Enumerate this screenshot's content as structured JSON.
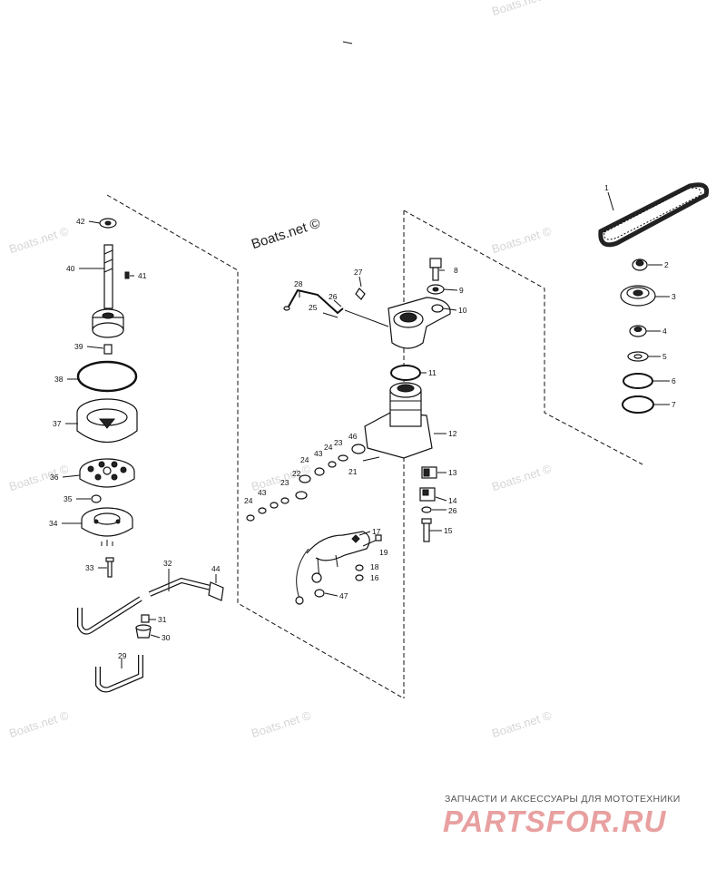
{
  "watermarks": {
    "primary": "Boats.net ©",
    "faint": [
      "Boats.net ©",
      "Boats.net ©",
      "Boats.net ©",
      "Boats.net ©",
      "Boats.net ©",
      "Boats.net ©",
      "Boats.net ©",
      "Boats.net ©",
      "Boats.net ©"
    ]
  },
  "footer": {
    "tagline": "ЗАПЧАСТИ И АКСЕССУАРЫ ДЛЯ МОТОТЕХНИКИ",
    "brand": "PARTSFOR.RU"
  },
  "callouts": [
    {
      "id": "c1",
      "label": "1"
    },
    {
      "id": "c2",
      "label": "2"
    },
    {
      "id": "c3",
      "label": "3"
    },
    {
      "id": "c4",
      "label": "4"
    },
    {
      "id": "c5",
      "label": "5"
    },
    {
      "id": "c6",
      "label": "6"
    },
    {
      "id": "c7",
      "label": "7"
    },
    {
      "id": "c8",
      "label": "8"
    },
    {
      "id": "c9",
      "label": "9"
    },
    {
      "id": "c10",
      "label": "10"
    },
    {
      "id": "c11",
      "label": "11"
    },
    {
      "id": "c12",
      "label": "12"
    },
    {
      "id": "c13",
      "label": "13"
    },
    {
      "id": "c14",
      "label": "14"
    },
    {
      "id": "c15",
      "label": "15"
    },
    {
      "id": "c16",
      "label": "16"
    },
    {
      "id": "c17",
      "label": "17"
    },
    {
      "id": "c18",
      "label": "18"
    },
    {
      "id": "c19",
      "label": "19"
    },
    {
      "id": "c21",
      "label": "21"
    },
    {
      "id": "c22",
      "label": "22"
    },
    {
      "id": "c23a",
      "label": "23"
    },
    {
      "id": "c23b",
      "label": "23"
    },
    {
      "id": "c24a",
      "label": "24"
    },
    {
      "id": "c24b",
      "label": "24"
    },
    {
      "id": "c24c",
      "label": "24"
    },
    {
      "id": "c25",
      "label": "25"
    },
    {
      "id": "c26a",
      "label": "26"
    },
    {
      "id": "c26b",
      "label": "26"
    },
    {
      "id": "c27",
      "label": "27"
    },
    {
      "id": "c28",
      "label": "28"
    },
    {
      "id": "c29",
      "label": "29"
    },
    {
      "id": "c30",
      "label": "30"
    },
    {
      "id": "c31",
      "label": "31"
    },
    {
      "id": "c32",
      "label": "32"
    },
    {
      "id": "c33",
      "label": "33"
    },
    {
      "id": "c34",
      "label": "34"
    },
    {
      "id": "c35",
      "label": "35"
    },
    {
      "id": "c36",
      "label": "36"
    },
    {
      "id": "c37",
      "label": "37"
    },
    {
      "id": "c38",
      "label": "38"
    },
    {
      "id": "c39",
      "label": "39"
    },
    {
      "id": "c40",
      "label": "40"
    },
    {
      "id": "c41",
      "label": "41"
    },
    {
      "id": "c42",
      "label": "42"
    },
    {
      "id": "c43a",
      "label": "43"
    },
    {
      "id": "c43b",
      "label": "43"
    },
    {
      "id": "c44",
      "label": "44"
    },
    {
      "id": "c46",
      "label": "46"
    },
    {
      "id": "c47",
      "label": "47"
    }
  ]
}
